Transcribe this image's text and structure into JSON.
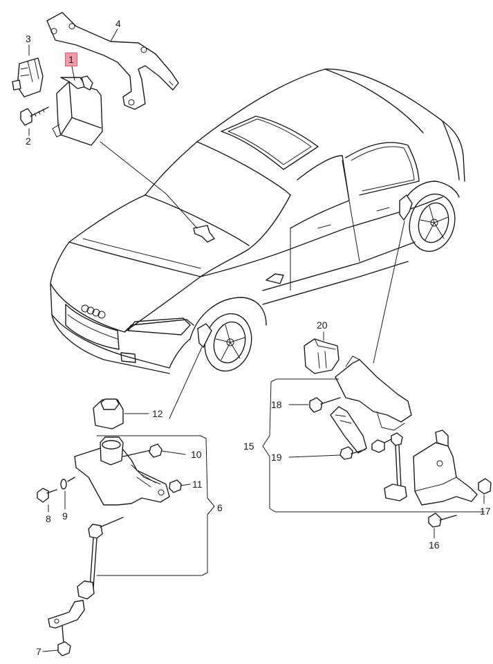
{
  "diagram": {
    "parts": [
      {
        "key": "p1",
        "number": "1",
        "highlighted": true
      },
      {
        "key": "p2",
        "number": "2"
      },
      {
        "key": "p3",
        "number": "3"
      },
      {
        "key": "p4",
        "number": "4"
      },
      {
        "key": "p6",
        "number": "6"
      },
      {
        "key": "p7",
        "number": "7"
      },
      {
        "key": "p8",
        "number": "8"
      },
      {
        "key": "p9",
        "number": "9"
      },
      {
        "key": "p10",
        "number": "10"
      },
      {
        "key": "p11",
        "number": "11"
      },
      {
        "key": "p12",
        "number": "12"
      },
      {
        "key": "p15",
        "number": "15"
      },
      {
        "key": "p16",
        "number": "16"
      },
      {
        "key": "p17",
        "number": "17"
      },
      {
        "key": "p18",
        "number": "18"
      },
      {
        "key": "p19",
        "number": "19"
      },
      {
        "key": "p20",
        "number": "20"
      }
    ],
    "highlight_color": "#f29aa6",
    "line_color": "#1a1a1a",
    "background": "#ffffff"
  }
}
